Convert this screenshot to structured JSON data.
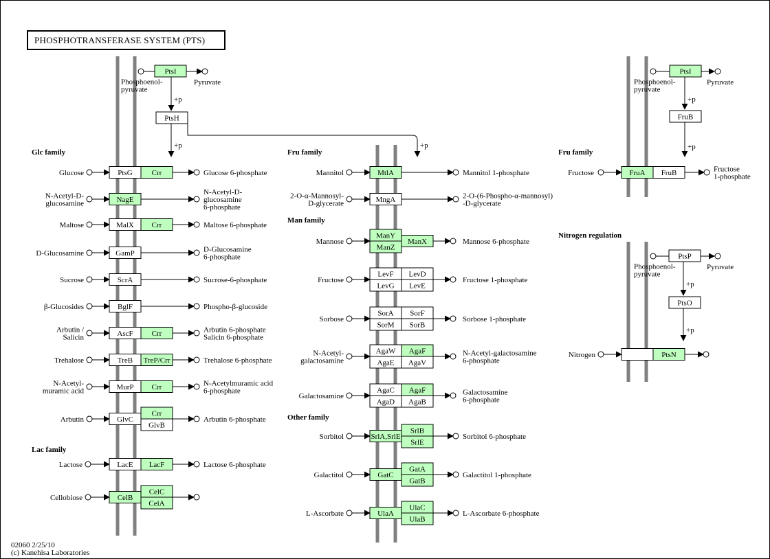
{
  "title": "PHOSPHOTRANSFERASE SYSTEM (PTS)",
  "footer": {
    "id_date": "02060 2/25/10",
    "copyright": "(c) Kanehisa Laboratories"
  },
  "colors": {
    "gene_highlight": "#bfffbf",
    "gene_plain": "#ffffff",
    "membrane": "#808080"
  },
  "families": {
    "glc": "Glc family",
    "lac": "Lac family",
    "fru": "Fru family",
    "man": "Man family",
    "other": "Other family",
    "fru2": "Fru family",
    "nitrogen": "Nitrogen regulation"
  },
  "top": {
    "ptsI": "PtsI",
    "ptsH": "PtsH",
    "p1": "+p",
    "p2": "+p",
    "p3": "+p",
    "pep": [
      "Phosphoenol-",
      "pyruvate"
    ],
    "pyruvate": "Pyruvate"
  },
  "fruTop": {
    "ptsI": "PtsI",
    "fruB": "FruB",
    "p1": "+p",
    "p2": "+p",
    "pep": [
      "Phosphoenol-",
      "pyruvate"
    ],
    "pyruvate": "Pyruvate"
  },
  "nitroTop": {
    "ptsP": "PtsP",
    "ptsO": "PtsO",
    "p1": "+p",
    "p2": "+p",
    "pep": [
      "Phosphoenol-",
      "pyruvate"
    ],
    "pyruvate": "Pyruvate"
  },
  "glcRows": [
    {
      "sub": [
        "Glucose"
      ],
      "prod": [
        "Glucose 6-phosphate"
      ],
      "genes": [
        [
          "PtsG",
          false
        ],
        [
          "Crr",
          true
        ]
      ]
    },
    {
      "sub": [
        "N-Acetyl-D-",
        "glucosamine"
      ],
      "prod": [
        "N-Acetyl-D-",
        "glucosamine",
        "6-phosphate"
      ],
      "genes": [
        [
          "NagE",
          true
        ]
      ]
    },
    {
      "sub": [
        "Maltose"
      ],
      "prod": [
        "Maltose 6-phosphate"
      ],
      "genes": [
        [
          "MalX",
          false
        ],
        [
          "Crr",
          true
        ]
      ]
    },
    {
      "sub": [
        "D-Glucosamine"
      ],
      "prod": [
        "D-Glucosamine",
        "6-phosphate"
      ],
      "genes": [
        [
          "GamP",
          false
        ]
      ]
    },
    {
      "sub": [
        "Sucrose"
      ],
      "prod": [
        "Sucrose-6-phosphate"
      ],
      "genes": [
        [
          "ScrA",
          false
        ]
      ]
    },
    {
      "sub": [
        "β-Glucosides"
      ],
      "prod": [
        "Phospho-β-glucoside"
      ],
      "genes": [
        [
          "BglF",
          false
        ]
      ]
    },
    {
      "sub": [
        "Arbutin /",
        "Salicin"
      ],
      "prod": [
        "Arbutin 6-phosphate",
        "Salicin 6-phosphate"
      ],
      "genes": [
        [
          "AscF",
          false
        ],
        [
          "Crr",
          true
        ]
      ]
    },
    {
      "sub": [
        "Trehalose"
      ],
      "prod": [
        "Trehalose 6-phosphate"
      ],
      "genes": [
        [
          "TreB",
          false
        ],
        [
          "TreP/Crr",
          true
        ]
      ]
    },
    {
      "sub": [
        "N-Acetyl-",
        "muramic acid"
      ],
      "prod": [
        "N-Acetylmuramic acid",
        "6-phosphate"
      ],
      "genes": [
        [
          "MurP",
          false
        ],
        [
          "Crr",
          true
        ]
      ]
    },
    {
      "sub": [
        "Arbutin"
      ],
      "prod": [
        "Arbutin 6-phosphate"
      ],
      "genes": [
        [
          "GlvC",
          false
        ]
      ],
      "stack": [
        [
          "Crr",
          true
        ],
        [
          "GlvB",
          false
        ]
      ]
    }
  ],
  "lacRows": [
    {
      "sub": [
        "Lactose"
      ],
      "prod": [
        "Lactose 6-phosphate"
      ],
      "genes": [
        [
          "LacE",
          false
        ],
        [
          "LacF",
          true
        ]
      ]
    },
    {
      "sub": [
        "Cellobiose"
      ],
      "prod": [],
      "genes": [
        [
          "CelB",
          true
        ]
      ],
      "stack": [
        [
          "CelC",
          true
        ],
        [
          "CelA",
          true
        ]
      ]
    }
  ],
  "fruRows": [
    {
      "sub": [
        "Mannitol"
      ],
      "prod": [
        "Mannitol 1-phosphate"
      ],
      "genes": [
        [
          "MtlA",
          true
        ]
      ]
    },
    {
      "sub": [
        "2-O-α-Mannosyl-",
        "D-glycerate"
      ],
      "prod": [
        "2-O-(6-Phospho-α-mannosyl)",
        "-D-glycerate"
      ],
      "genes": [
        [
          "MngA",
          false
        ]
      ]
    }
  ],
  "manRows": [
    {
      "sub": [
        "Mannose"
      ],
      "prod": [
        "Mannose 6-phosphate"
      ],
      "grid": [
        [
          "ManY",
          true
        ],
        [
          "ManZ",
          true
        ]
      ],
      "side": [
        "ManX",
        true
      ]
    },
    {
      "sub": [
        "Fructose"
      ],
      "prod": [
        "Fructose 1-phosphate"
      ],
      "grid": [
        [
          "LevF",
          false
        ],
        [
          "LevD",
          false
        ],
        [
          "LevG",
          false
        ],
        [
          "LevE",
          false
        ]
      ]
    },
    {
      "sub": [
        "Sorbose"
      ],
      "prod": [
        "Sorbose 1-phosphate"
      ],
      "grid": [
        [
          "SorA",
          false
        ],
        [
          "SorF",
          false
        ],
        [
          "SorM",
          false
        ],
        [
          "SorB",
          false
        ]
      ]
    },
    {
      "sub": [
        "N-Acetyl-",
        "galactosamine"
      ],
      "prod": [
        "N-Acetyl-galactosamine",
        "6-phosphate"
      ],
      "grid": [
        [
          "AgaW",
          false
        ],
        [
          "AgaF",
          true
        ],
        [
          "AgaE",
          false
        ],
        [
          "AgaV",
          false
        ]
      ]
    },
    {
      "sub": [
        "Galactosamine"
      ],
      "prod": [
        "Galactosamine",
        "6-phosphate"
      ],
      "grid": [
        [
          "AgaC",
          false
        ],
        [
          "AgaF",
          true
        ],
        [
          "AgaD",
          false
        ],
        [
          "AgaB",
          false
        ]
      ]
    }
  ],
  "otherRows": [
    {
      "sub": [
        "Sorbitol"
      ],
      "prod": [
        "Sorbitol 6-phosphate"
      ],
      "genes": [
        [
          "SrlA,SrlE",
          true
        ]
      ],
      "stack": [
        [
          "SrlB",
          true
        ],
        [
          "SrlE",
          true
        ]
      ]
    },
    {
      "sub": [
        "Galactitol"
      ],
      "prod": [
        "Galactitol 1-phosphate"
      ],
      "genes": [
        [
          "GatC",
          true
        ]
      ],
      "stack": [
        [
          "GatA",
          true
        ],
        [
          "GatB",
          true
        ]
      ]
    },
    {
      "sub": [
        "L-Ascorbate"
      ],
      "prod": [
        "L-Ascorbate 6-phosphate"
      ],
      "genes": [
        [
          "UlaA",
          true
        ]
      ],
      "stack": [
        [
          "UlaC",
          true
        ],
        [
          "UlaB",
          true
        ]
      ]
    }
  ],
  "fruRight": {
    "sub": [
      "Fructose"
    ],
    "prod": [
      "Fructose",
      "1-phosphate"
    ],
    "genes": [
      [
        "FruA",
        true
      ],
      [
        "FruB",
        false
      ]
    ]
  },
  "nitroRow": {
    "sub": [
      "Nitrogen"
    ],
    "genes": [
      [
        "",
        false
      ],
      [
        "PtsN",
        true
      ]
    ]
  }
}
